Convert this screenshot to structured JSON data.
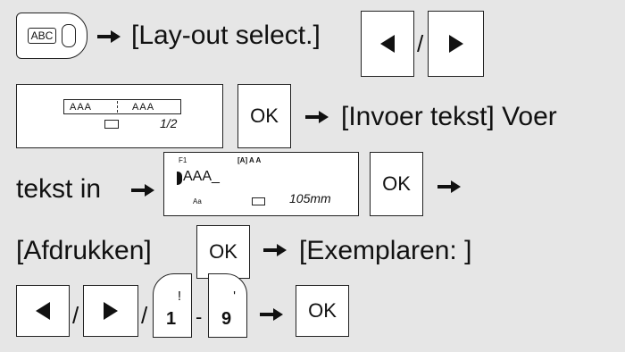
{
  "row1": {
    "abc_key": "ABC",
    "label": "[Lay-out select.]",
    "slash": "/"
  },
  "row2": {
    "lcd_text_left": "AAA",
    "lcd_text_right": "AAA",
    "lcd_number": "1/2",
    "ok": "OK",
    "label": "[Invoer tekst] Voer"
  },
  "row3": {
    "label": "tekst in",
    "lcd_f1": "F1",
    "lcd_indicators": "[A] A A",
    "lcd_text": "AAA_",
    "lcd_size": "Aa",
    "lcd_length": "105mm",
    "ok": "OK"
  },
  "row4": {
    "label": "[Afdrukken]",
    "ok": "OK",
    "label2": "[Exemplaren: ]"
  },
  "row5": {
    "slash1": "/",
    "slash2": "/",
    "key1_main": "1",
    "key1_sup": "!",
    "dash": "-",
    "key9_main": "9",
    "key9_sup": "'",
    "ok": "OK"
  }
}
